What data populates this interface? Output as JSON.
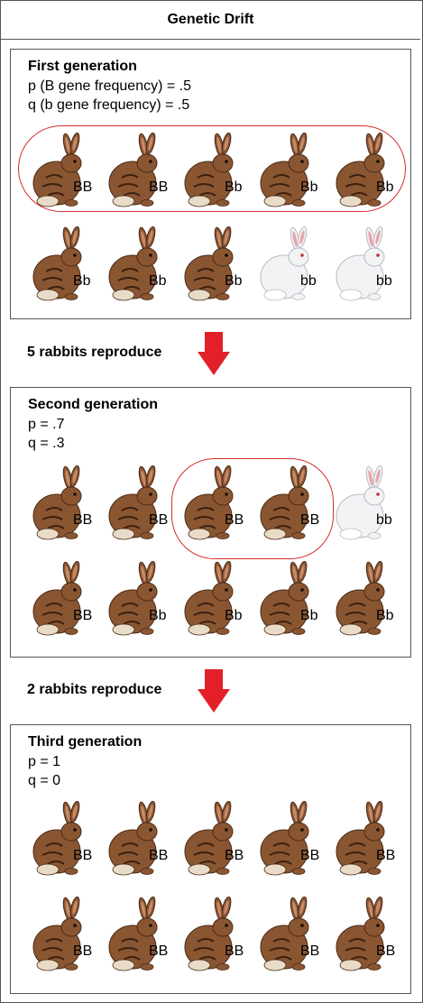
{
  "title": "Genetic Drift",
  "colors": {
    "brown_fur": "#8a5632",
    "white_fur": "#f3f3f5",
    "ring": "#d92b2b",
    "arrow": "#e3202a",
    "border": "#555555"
  },
  "icons": {
    "brown": "brown-rabbit-icon",
    "white": "white-rabbit-icon",
    "arrow": "down-arrow-icon"
  },
  "generations": [
    {
      "title": "First generation",
      "lines": [
        "p (B gene frequency) = .5",
        "q (b gene frequency)  = .5"
      ],
      "rows": [
        [
          {
            "color": "brown",
            "genotype": "BB",
            "selected": true
          },
          {
            "color": "brown",
            "genotype": "BB",
            "selected": true
          },
          {
            "color": "brown",
            "genotype": "Bb",
            "selected": true
          },
          {
            "color": "brown",
            "genotype": "Bb",
            "selected": true
          },
          {
            "color": "brown",
            "genotype": "Bb",
            "selected": true
          }
        ],
        [
          {
            "color": "brown",
            "genotype": "Bb",
            "selected": false
          },
          {
            "color": "brown",
            "genotype": "Bb",
            "selected": false
          },
          {
            "color": "brown",
            "genotype": "Bb",
            "selected": false
          },
          {
            "color": "white",
            "genotype": "bb",
            "selected": false
          },
          {
            "color": "white",
            "genotype": "bb",
            "selected": false
          }
        ]
      ]
    },
    {
      "title": "Second generation",
      "lines": [
        "p = .7",
        "q = .3"
      ],
      "rows": [
        [
          {
            "color": "brown",
            "genotype": "BB",
            "selected": false
          },
          {
            "color": "brown",
            "genotype": "BB",
            "selected": false
          },
          {
            "color": "brown",
            "genotype": "BB",
            "selected": true
          },
          {
            "color": "brown",
            "genotype": "BB",
            "selected": true
          },
          {
            "color": "white",
            "genotype": "bb",
            "selected": false
          }
        ],
        [
          {
            "color": "brown",
            "genotype": "BB",
            "selected": false
          },
          {
            "color": "brown",
            "genotype": "Bb",
            "selected": false
          },
          {
            "color": "brown",
            "genotype": "Bb",
            "selected": false
          },
          {
            "color": "brown",
            "genotype": "Bb",
            "selected": false
          },
          {
            "color": "brown",
            "genotype": "Bb",
            "selected": false
          }
        ]
      ]
    },
    {
      "title": "Third generation",
      "lines": [
        "p = 1",
        "q = 0"
      ],
      "rows": [
        [
          {
            "color": "brown",
            "genotype": "BB",
            "selected": false
          },
          {
            "color": "brown",
            "genotype": "BB",
            "selected": false
          },
          {
            "color": "brown",
            "genotype": "BB",
            "selected": false
          },
          {
            "color": "brown",
            "genotype": "BB",
            "selected": false
          },
          {
            "color": "brown",
            "genotype": "BB",
            "selected": false
          }
        ],
        [
          {
            "color": "brown",
            "genotype": "BB",
            "selected": false
          },
          {
            "color": "brown",
            "genotype": "BB",
            "selected": false
          },
          {
            "color": "brown",
            "genotype": "BB",
            "selected": false
          },
          {
            "color": "brown",
            "genotype": "BB",
            "selected": false
          },
          {
            "color": "brown",
            "genotype": "BB",
            "selected": false
          }
        ]
      ]
    }
  ],
  "transitions": [
    "5 rabbits reproduce",
    "2 rabbits reproduce"
  ]
}
